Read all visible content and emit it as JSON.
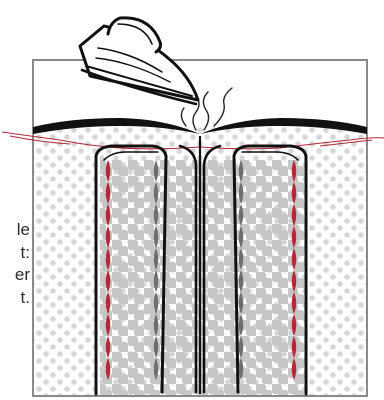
{
  "caption_lines": [
    "le",
    "t:",
    "er",
    "t."
  ],
  "colors": {
    "dot_dark": "#c4c4c4",
    "dot_light": "#d2d2d2",
    "frame": "#8a8a8a",
    "outline": "#111111",
    "stitch_red": "#b22a36",
    "stitch_grey": "#6e6e6e"
  },
  "icons": [
    "iron-icon",
    "steam-icon"
  ]
}
